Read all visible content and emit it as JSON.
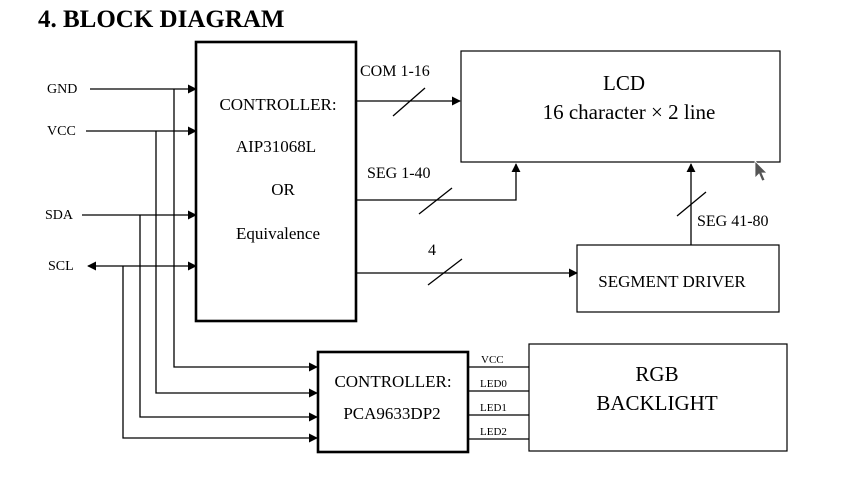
{
  "section_title": "4.  BLOCK DIAGRAM",
  "pins": [
    "GND",
    "VCC",
    "SDA",
    "SCL"
  ],
  "controller": {
    "lines": [
      "CONTROLLER:",
      "AIP31068L",
      "OR",
      "Equivalence"
    ]
  },
  "lcd": {
    "line1": "LCD",
    "line2": "16 character × 2 line"
  },
  "segment_driver": {
    "label": "SEGMENT DRIVER"
  },
  "led_controller": {
    "line1": "CONTROLLER:",
    "line2": "PCA9633DP2"
  },
  "backlight": {
    "line1": "RGB",
    "line2": "BACKLIGHT"
  },
  "buses": {
    "com": "COM 1-16",
    "seg_low": "SEG 1-40",
    "driver_ctrl": "4",
    "seg_high": "SEG 41-80"
  },
  "led_lines": [
    "VCC",
    "LED0",
    "LED1",
    "LED2"
  ],
  "colors": {
    "line": "#000000",
    "background": "#ffffff"
  }
}
